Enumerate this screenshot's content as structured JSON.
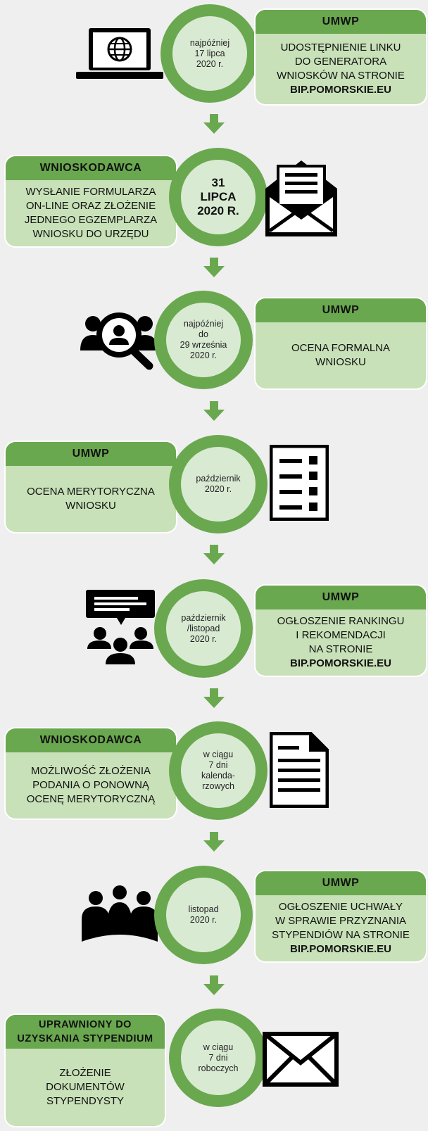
{
  "steps": [
    {
      "date_lines": [
        "najpóźniej",
        "17 lipca",
        "2020 r."
      ],
      "actor": "UMWP",
      "desc_lines": [
        "UDOSTĘPNIENIE LINKU",
        "DO GENERATORA",
        "WNIOSKÓW NA STRONIE"
      ],
      "desc_bold": "BIP.POMORSKIE.EU",
      "icon": "laptop-globe-icon"
    },
    {
      "date_lines": [
        "31",
        "LIPCA",
        "2020 R."
      ],
      "actor": "WNIOSKODAWCA",
      "desc_lines": [
        "WYSŁANIE FORMULARZA",
        "ON-LINE ORAZ ZŁOŻENIE",
        "JEDNEGO EGZEMPLARZA",
        "WNIOSKU DO URZĘDU"
      ],
      "desc_bold": "",
      "icon": "open-envelope-icon"
    },
    {
      "date_lines": [
        "najpóźniej",
        "do",
        "29 września",
        "2020 r."
      ],
      "actor": "UMWP",
      "desc_lines": [
        "OCENA FORMALNA",
        "WNIOSKU"
      ],
      "desc_bold": "",
      "icon": "magnifier-people-icon"
    },
    {
      "date_lines": [
        "październik",
        "2020 r."
      ],
      "actor": "UMWP",
      "desc_lines": [
        "OCENA MERYTORYCZNA",
        "WNIOSKU"
      ],
      "desc_bold": "",
      "icon": "checklist-icon"
    },
    {
      "date_lines": [
        "październik",
        "/listopad",
        "2020 r."
      ],
      "actor": "UMWP",
      "desc_lines": [
        "OGŁOSZENIE RANKINGU",
        "I REKOMENDACJI",
        "NA STRONIE"
      ],
      "desc_bold": "BIP.POMORSKIE.EU",
      "icon": "announcement-group-icon"
    },
    {
      "date_lines": [
        "w ciągu",
        "7 dni",
        "kalenda-",
        "rzowych"
      ],
      "actor": "WNIOSKODAWCA",
      "desc_lines": [
        "MOŻLIWOŚĆ ZŁOŻENIA",
        "PODANIA O PONOWNĄ",
        "OCENĘ MERYTORYCZNĄ"
      ],
      "desc_bold": "",
      "icon": "document-icon"
    },
    {
      "date_lines": [
        "listopad",
        "2020 r."
      ],
      "actor": "UMWP",
      "desc_lines": [
        "OGŁOSZENIE UCHWAŁY",
        "W SPRAWIE PRZYZNANIA",
        "STYPENDIÓW NA STRONIE"
      ],
      "desc_bold": "BIP.POMORSKIE.EU",
      "icon": "meeting-icon"
    },
    {
      "date_lines": [
        "w ciągu",
        "7 dni",
        "roboczych"
      ],
      "actor_lines": [
        "UPRAWNIONY DO",
        "UZYSKANIA STYPENDIUM"
      ],
      "desc_lines": [
        "ZŁOŻENIE",
        "DOKUMENTÓW",
        "STYPENDYSTY"
      ],
      "desc_bold": "",
      "icon": "envelope-icon"
    }
  ],
  "colors": {
    "green": "#6aa84f",
    "light_green": "#c8e1b8",
    "circle_fill": "#d9ead3",
    "background": "#efefef"
  }
}
